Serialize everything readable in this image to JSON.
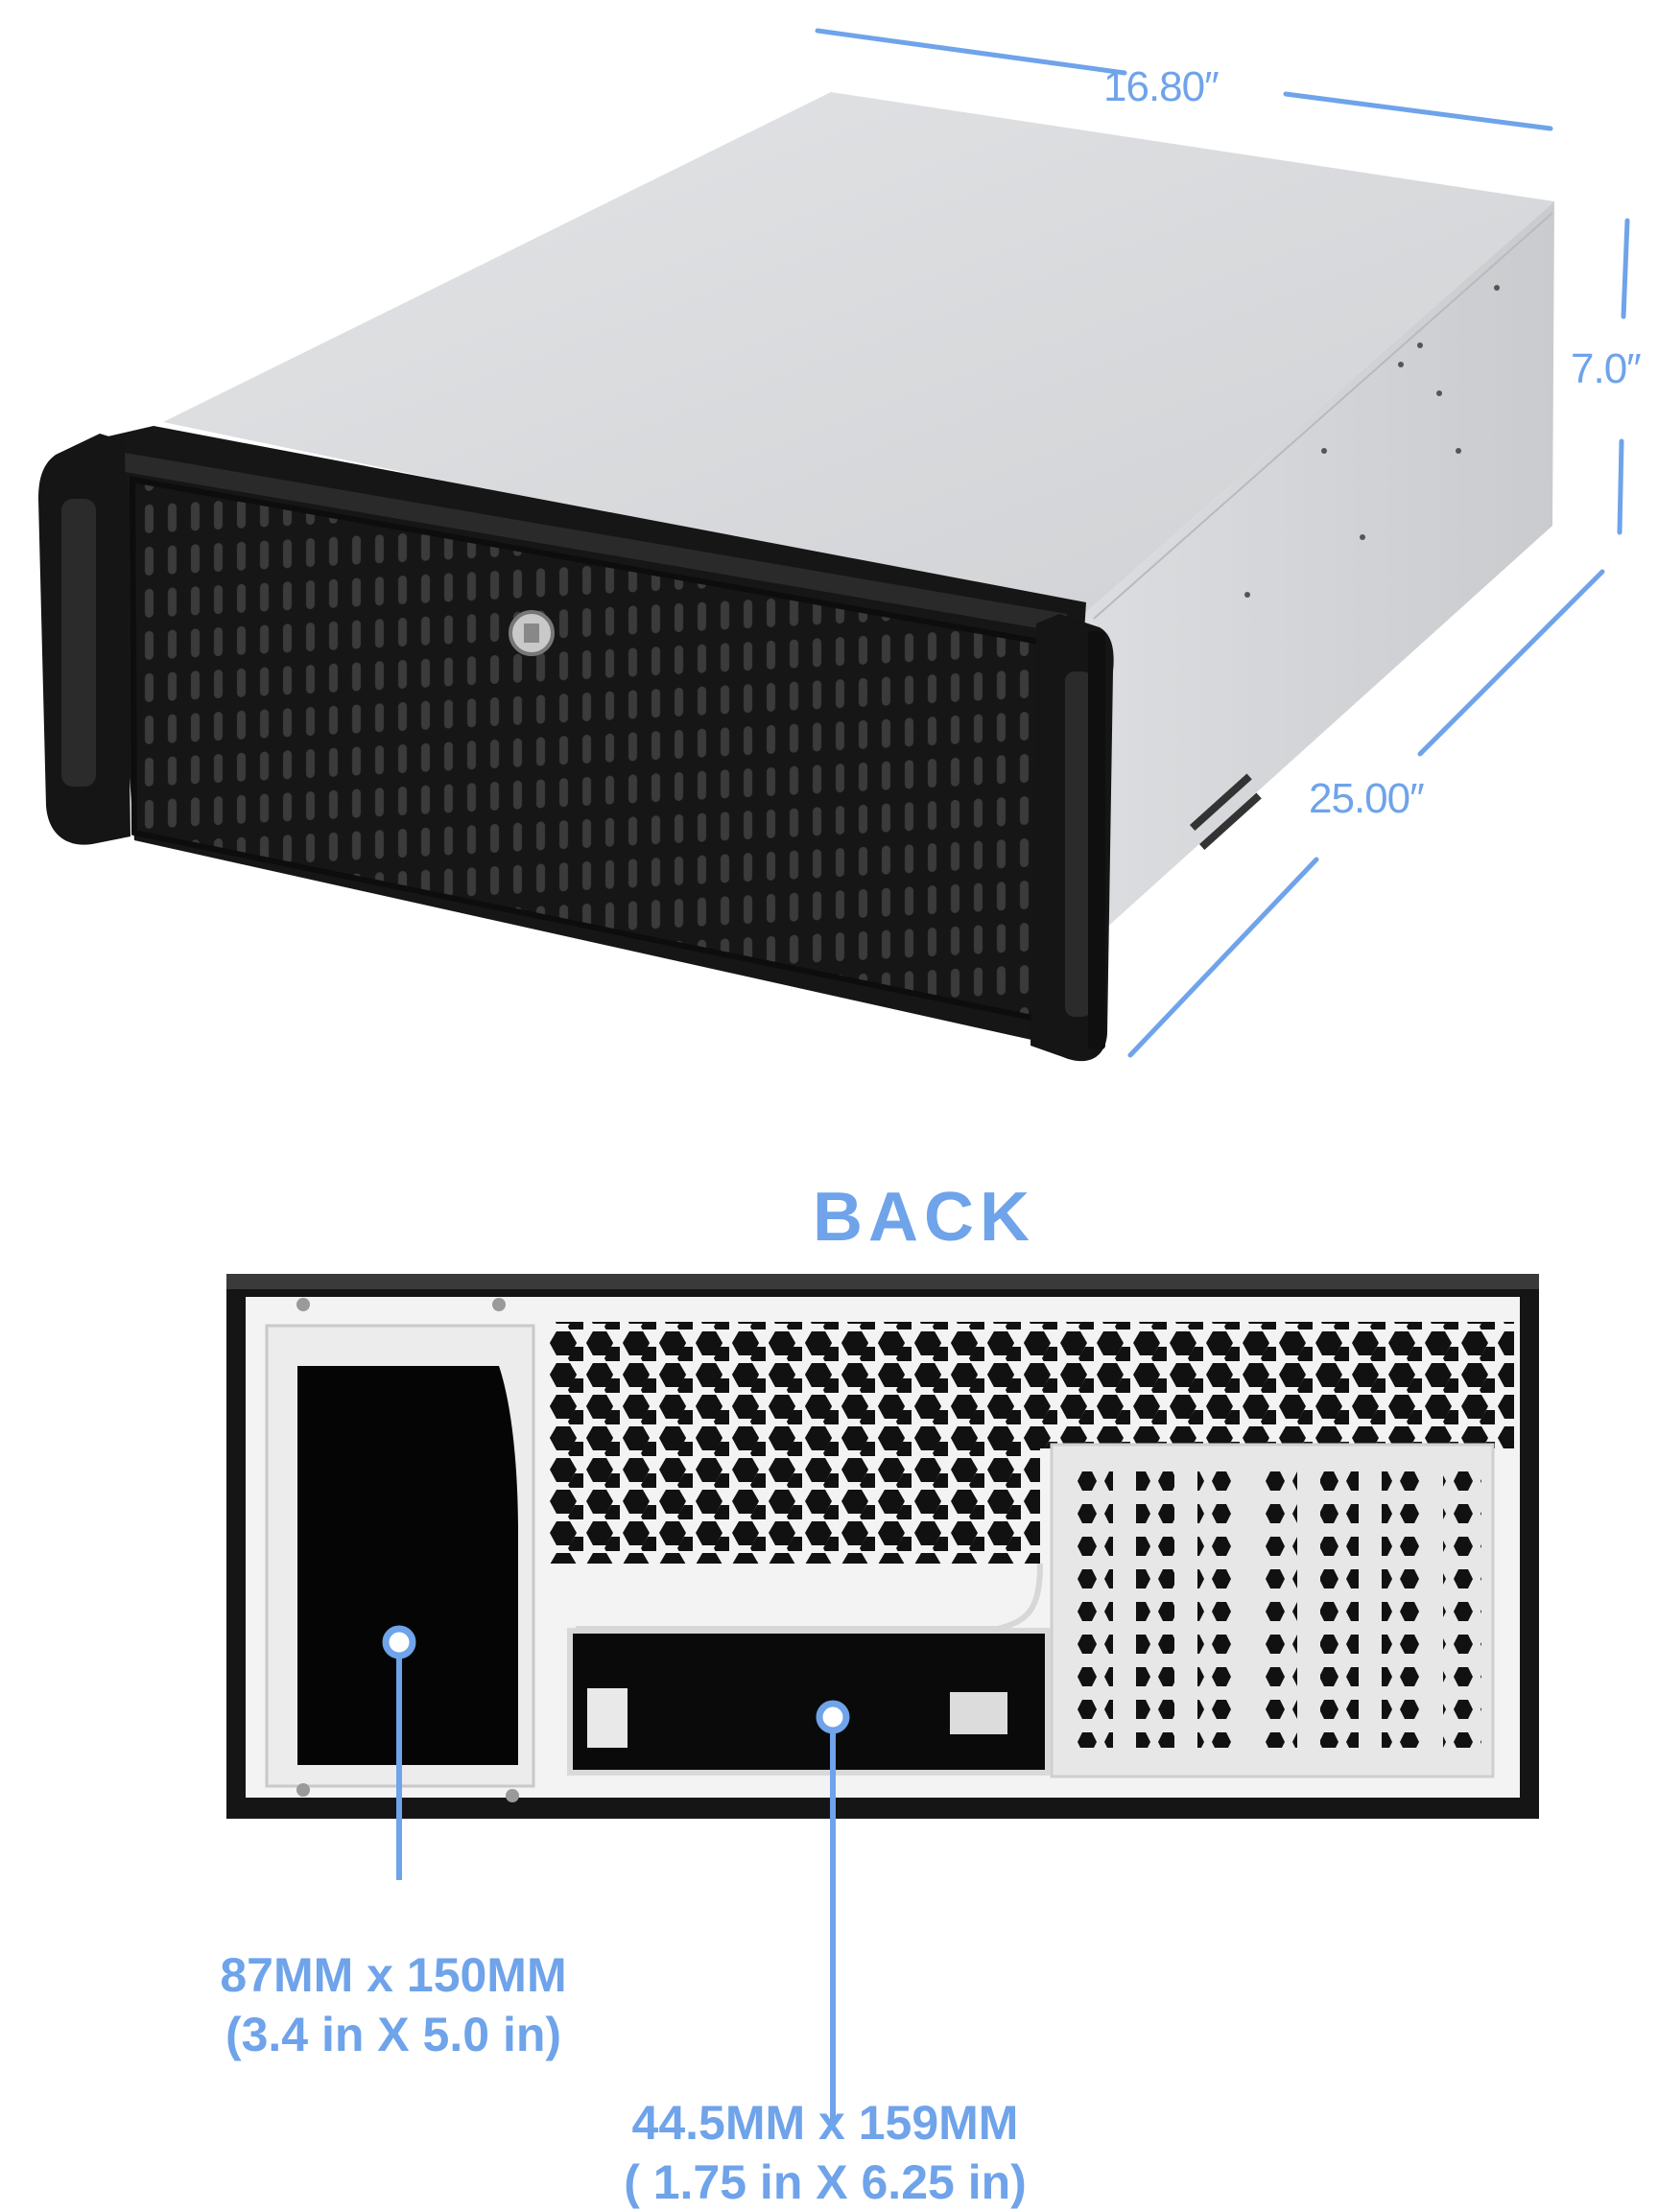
{
  "colors": {
    "accent": "#6fa3ea",
    "chassis_black": "#141414",
    "chassis_silver": "#d9dadc",
    "panel_white": "#f4f4f4"
  },
  "dimensions": {
    "width": "16.80″",
    "height": "7.0″",
    "depth": "25.00″"
  },
  "back_view": {
    "title": "BACK",
    "psu_opening": {
      "line1": "87MM  x  150MM",
      "line2": "(3.4 in  X  5.0 in)"
    },
    "drive_bay_opening": {
      "line1": "44.5MM  x  159MM",
      "line2": "( 1.75 in  X  6.25 in)"
    }
  }
}
